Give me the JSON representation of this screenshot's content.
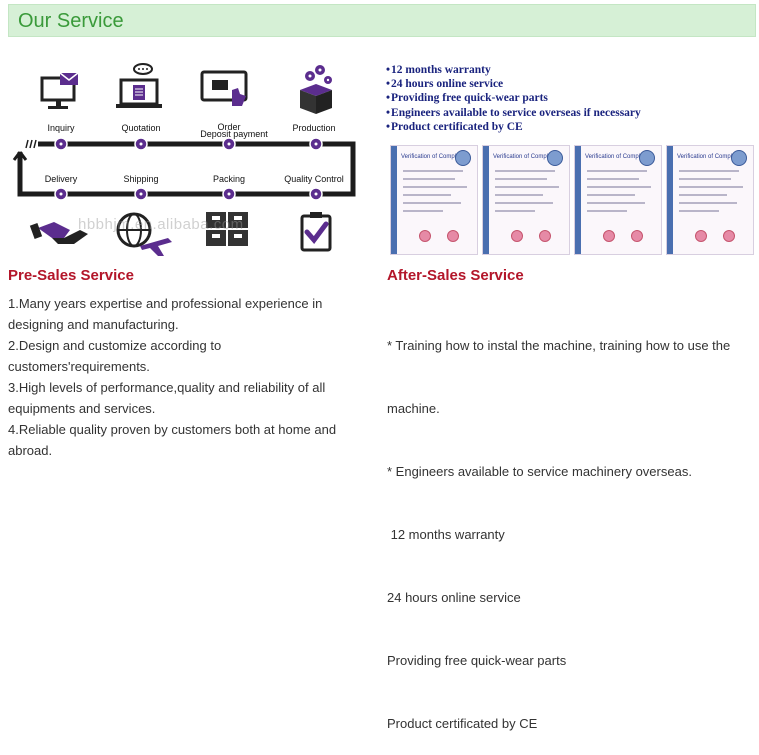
{
  "header": {
    "title": "Our Service"
  },
  "process": {
    "top_steps": [
      "Inquiry",
      "Quotation",
      "Order",
      "Production"
    ],
    "deposit_label": "Deposit payment",
    "bottom_steps": [
      "Delivery",
      "Shipping",
      "Packing",
      "Quality Control"
    ],
    "watermark": "hbbhjm.en.alibaba.com"
  },
  "warranty": {
    "bullets": [
      "12 months warranty",
      "24 hours online service",
      "Providing free quick-wear parts",
      "Engineers available to service overseas if necessary",
      "Product certificated by CE"
    ],
    "cert_title": "Verification of Compliance"
  },
  "presales": {
    "title": "Pre-Sales Service",
    "lines": [
      "1.Many years expertise and professional experience in",
      "designing and manufacturing.",
      "2.Design and customize according to",
      "customers'requirements.",
      "3.High levels of performance,quality and reliability of all",
      "equipments and services.",
      "4.Reliable quality proven by customers both at home and",
      "abroad."
    ]
  },
  "aftersales": {
    "title": "After-Sales Service",
    "lines": [
      "* Training how to instal the machine, training how to use the",
      "machine.",
      "* Engineers available to service machinery overseas.",
      " 12 months warranty",
      "24 hours online service",
      "Providing free quick-wear parts",
      "Product certificated by CE"
    ]
  },
  "colors": {
    "accent_green": "#3a9a3a",
    "section_red": "#b3162a",
    "bullet_navy": "#1a237e",
    "icon_purple": "#5b2d8e"
  }
}
